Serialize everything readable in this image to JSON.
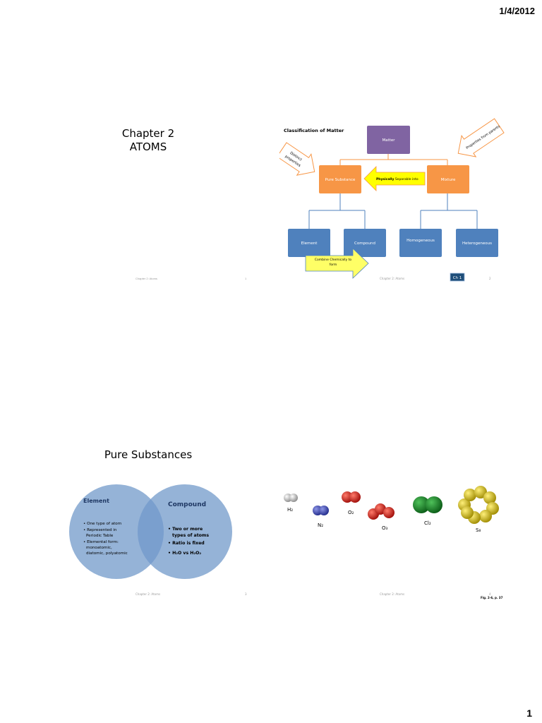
{
  "page": {
    "date": "1/4/2012",
    "number": "1"
  },
  "slide1": {
    "title_line1": "Chapter 2",
    "title_line2": "ATOMS",
    "footer_text": "Chapter 2: Atoms",
    "footer_num": "1"
  },
  "slide2": {
    "title": "Classification of Matter",
    "matter": "Matter",
    "pure_substance": "Pure Substance",
    "mixture": "Mixture",
    "element": "Element",
    "compound": "Compound",
    "homogeneous": "Homogeneous",
    "heterogeneous": "Heterogeneous",
    "distinct_line1": "Distinct",
    "distinct_line2": "properties",
    "from_parents": "Properties from parents",
    "physically_bold": "Physically",
    "physically_rest": " Separable into",
    "combine_line1": "Combine Chemically to",
    "combine_line2": "form",
    "ch1_badge": "Ch 1",
    "footer_text": "Chapter 2: Atoms",
    "footer_num": "2"
  },
  "slide3": {
    "title": "Pure Substances",
    "element_title": "Element",
    "element_bullets": [
      "One type of atom",
      "Represented in",
      "Periodic Table",
      "Elemental form:",
      "monoatomic,",
      "diatomic, polyatomic"
    ],
    "compound_title": "Compound",
    "compound_bullets": [
      "Two or more",
      "types of atoms",
      "Ratio is fixed",
      "H₂O vs H₂O₂"
    ],
    "footer_text": "Chapter 2: Atoms",
    "footer_num": "3"
  },
  "slide4": {
    "labels": {
      "h2": "H₂",
      "n2": "N₂",
      "o2": "O₂",
      "o3": "O₃",
      "cl2": "Cl₂",
      "s8": "S₈"
    },
    "caption": "Fig. 2-6, p. 37",
    "footer_text": "Chapter 2: Atoms",
    "footer_num": "4"
  },
  "colors": {
    "matter": "#8064a2",
    "orange": "#f79646",
    "blue": "#4f81bd",
    "yellow": "#ffff00",
    "venn": "#95b3d7",
    "venn_overlap": "#7a9fce"
  }
}
